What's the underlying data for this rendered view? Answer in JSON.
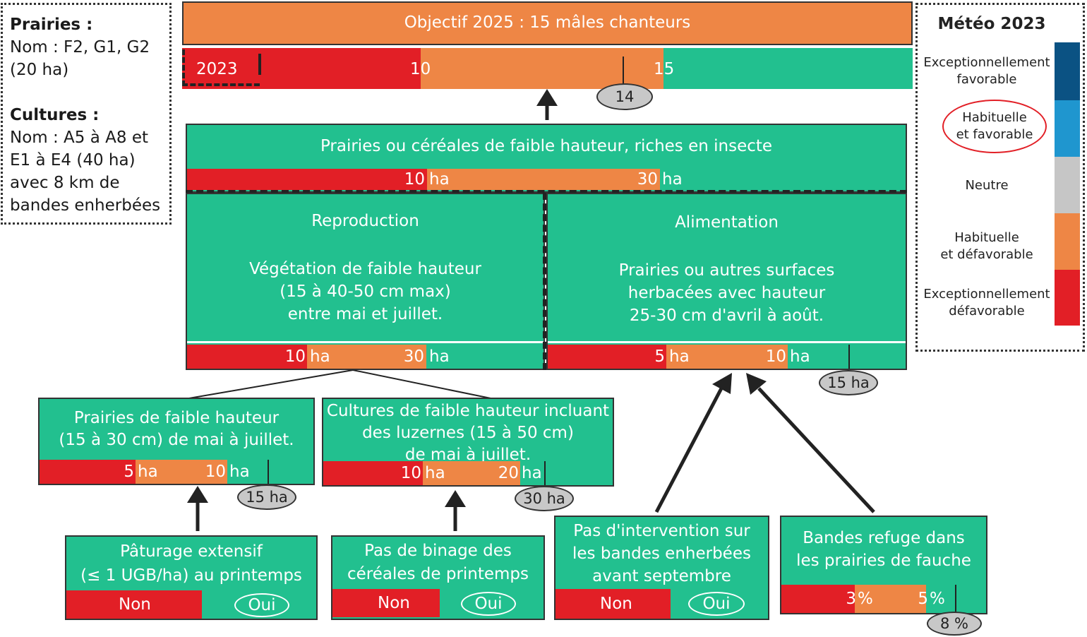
{
  "info": {
    "prairies_title": "Prairies :",
    "prairies_lines": [
      "Nom : F2, G1, G2",
      "(20 ha)"
    ],
    "cultures_title": "Cultures :",
    "cultures_lines": [
      "Nom : A5 à A8 et",
      "E1 à E4 (40 ha)",
      "avec 8 km de",
      "bandes enherbées"
    ]
  },
  "meteo": {
    "title": "Météo 2023",
    "levels": [
      {
        "label_lines": [
          "Exceptionnellement",
          "favorable"
        ],
        "color": "#0b5283"
      },
      {
        "label_lines": [
          "Habituelle",
          "et favorable"
        ],
        "color": "#1f96cf",
        "selected": true
      },
      {
        "label_lines": [
          "Neutre"
        ],
        "color": "#c6c6c6"
      },
      {
        "label_lines": [
          "Habituelle",
          "et défavorable"
        ],
        "color": "#ee8645"
      },
      {
        "label_lines": [
          "Exceptionnellement",
          "défavorable"
        ],
        "color": "#e21f26"
      }
    ]
  },
  "objective": {
    "title": "Objectif 2025 : 15 mâles chanteurs",
    "year": "2023",
    "threshold_low": "10",
    "threshold_high": "15",
    "current": "14"
  },
  "habitat": {
    "title": "Prairies ou céréales de faible hauteur, riches en insecte",
    "low_num": "10",
    "low_unit": "ha",
    "high_num": "30",
    "high_unit": "ha"
  },
  "reproduction": {
    "title": "Reproduction",
    "desc_lines": [
      "Végétation de faible hauteur",
      "(15 à 40-50 cm max)",
      "entre mai et juillet."
    ],
    "low_num": "10",
    "low_unit": "ha",
    "high_num": "30",
    "high_unit": "ha"
  },
  "alimentation": {
    "title": "Alimentation",
    "desc_lines": [
      "Prairies ou autres surfaces",
      "herbacées avec hauteur",
      "25-30 cm d'avril à août."
    ],
    "low_num": "5",
    "low_unit": "ha",
    "high_num": "10",
    "high_unit": "ha",
    "current": "15 ha"
  },
  "prairies_basses": {
    "title_lines": [
      "Prairies de faible hauteur",
      "(15 à 30 cm) de mai à juillet."
    ],
    "low_num": "5",
    "low_unit": "ha",
    "high_num": "10",
    "high_unit": "ha",
    "current": "15 ha"
  },
  "cultures_basses": {
    "title_lines": [
      "Cultures de faible hauteur incluant",
      "des luzernes (15 à 50 cm)",
      "de mai à juillet."
    ],
    "low_num": "10",
    "low_unit": "ha",
    "high_num": "20",
    "high_unit": "ha",
    "current": "30 ha"
  },
  "paturage": {
    "title_lines": [
      "Pâturage extensif",
      "(≤ 1 UGB/ha) au printemps"
    ],
    "no": "Non",
    "yes": "Oui"
  },
  "binage": {
    "title_lines": [
      "Pas de binage des",
      "céréales de printemps"
    ],
    "no": "Non",
    "yes": "Oui"
  },
  "intervention": {
    "title_lines": [
      "Pas d'intervention sur",
      "les bandes enherbées",
      "avant septembre"
    ],
    "no": "Non",
    "yes": "Oui"
  },
  "bandes_refuge": {
    "title_lines": [
      "Bandes refuge dans",
      "les prairies de fauche"
    ],
    "low_num": "3",
    "low_unit": "%",
    "high_num": "5",
    "high_unit": "%",
    "current": "8 %"
  }
}
